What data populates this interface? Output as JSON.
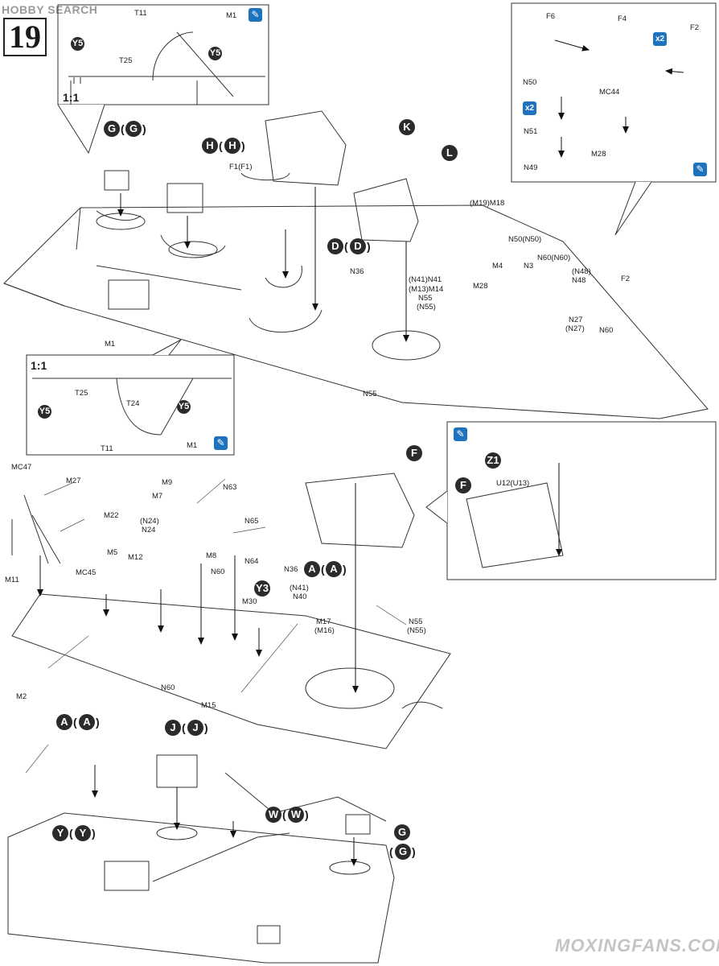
{
  "watermark_top": "HOBBY SEARCH",
  "watermark_bottom": "MOXINGFANS.COM",
  "step_number": "19",
  "scale_labels": {
    "inset_top": "1:1",
    "inset_mid": "1:1"
  },
  "cement_icon": "glue-icon",
  "x2_badges": [
    "x2",
    "x2"
  ],
  "inset_top_labels": {
    "t11": "T11",
    "m1": "M1",
    "t25": "T25",
    "y5a": "Y5",
    "y5b": "Y5"
  },
  "inset_mid_labels": {
    "t25": "T25",
    "t24": "T24",
    "t11": "T11",
    "m1": "M1",
    "y5a": "Y5",
    "y5b": "Y5"
  },
  "inset_right_labels": {
    "f6": "F6",
    "f4": "F4",
    "f2": "F2",
    "n50": "N50",
    "mc44": "MC44",
    "n51": "N51",
    "m28": "M28",
    "n49": "N49"
  },
  "inset_turret_labels": {
    "z1": "Z1",
    "f": "F",
    "u12": "U12(U13)"
  },
  "assembly_letters": {
    "g1": "G",
    "g1p": "G",
    "h1": "H",
    "h1p": "H",
    "k": "K",
    "l": "L",
    "d": "D",
    "dp": "D",
    "f": "F",
    "a1": "A",
    "a1p": "A",
    "y3": "Y3",
    "a2": "A",
    "a2p": "A",
    "j": "J",
    "jp": "J",
    "w": "W",
    "wp": "W",
    "y": "Y",
    "yp": "Y",
    "g2": "G",
    "g2p": "G"
  },
  "part_labels": {
    "f1": "F1(F1)",
    "n36a": "N36",
    "m1": "M1",
    "n55a": "N55",
    "m19": "(M19)M18",
    "n50n50": "N50(N50)",
    "m4": "M4",
    "n3": "N3",
    "n60n60": "N60(N60)",
    "n41": "(N41)N41",
    "m13": "(M13)M14",
    "n55n55a": "N55",
    "n55n55b": "(N55)",
    "m28": "M28",
    "n48a": "(N48)",
    "n48b": "N48",
    "f2": "F2",
    "n27a": "N27",
    "n27b": "(N27)",
    "n60a": "N60",
    "mc47": "MC47",
    "m27": "M27",
    "m22": "M22",
    "m11": "M11",
    "mc45": "MC45",
    "m5": "M5",
    "m12": "M12",
    "m9": "M9",
    "m7": "M7",
    "n24a": "(N24)",
    "n24b": "N24",
    "m8": "M8",
    "n63": "N63",
    "n65": "N65",
    "n64": "N64",
    "n60b": "N60",
    "n60c": "N60",
    "m30": "M30",
    "n36b": "N36",
    "n41b": "(N41)",
    "n40": "N40",
    "m17": "M17",
    "m16": "(M16)",
    "n55b1": "N55",
    "n55b2": "(N55)",
    "m15": "M15",
    "m2": "M2"
  }
}
